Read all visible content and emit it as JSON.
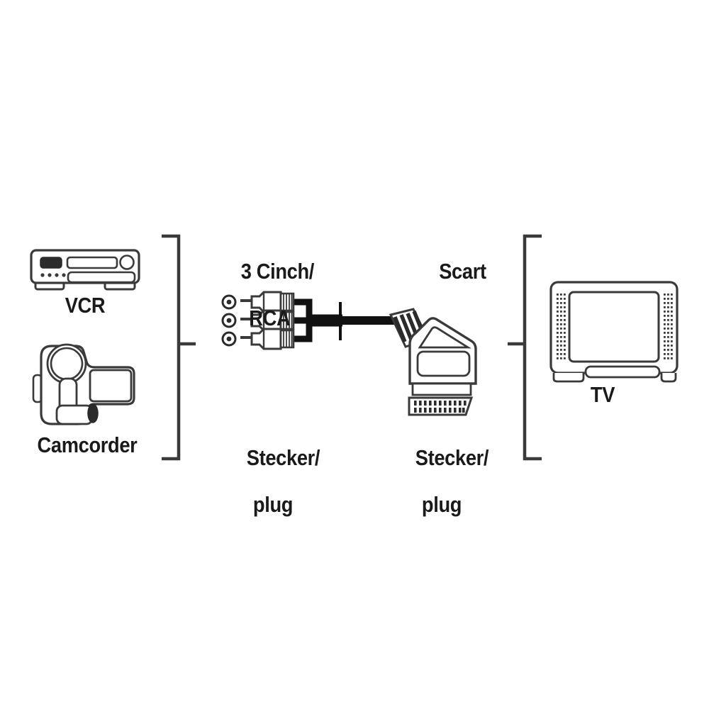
{
  "diagram": {
    "title": "Scart to 3 Cinch/RCA connection diagram",
    "colors": {
      "outline": "#3a3a3a",
      "cable": "#1a1a1a",
      "text": "#1a1a1a",
      "background": "#ffffff",
      "fill": "#ffffff"
    }
  },
  "sources": {
    "bracket_name": "source-devices-bracket",
    "devices": [
      {
        "id": "vcr",
        "label": "VCR",
        "icon": "vcr-icon"
      },
      {
        "id": "camcorder",
        "label": "Camcorder",
        "icon": "camcorder-icon"
      }
    ]
  },
  "cable": {
    "left_end": {
      "heading_line1": "3 Cinch/",
      "heading_line2": "RCA",
      "type_line1": "Stecker/",
      "type_line2": "plug",
      "connector_count": 3,
      "connector_icon": "rca-plug-icon",
      "socket_icon": "rca-socket-icon"
    },
    "right_end": {
      "heading_line1": "Scart",
      "heading_line2": "",
      "type_line1": "Stecker/",
      "type_line2": "plug",
      "connector_count": 1,
      "connector_icon": "scart-plug-icon",
      "pin_rows": 2,
      "pins_per_row": 11
    }
  },
  "destination": {
    "bracket_name": "destination-device-bracket",
    "devices": [
      {
        "id": "tv",
        "label": "TV",
        "icon": "tv-icon"
      }
    ]
  }
}
